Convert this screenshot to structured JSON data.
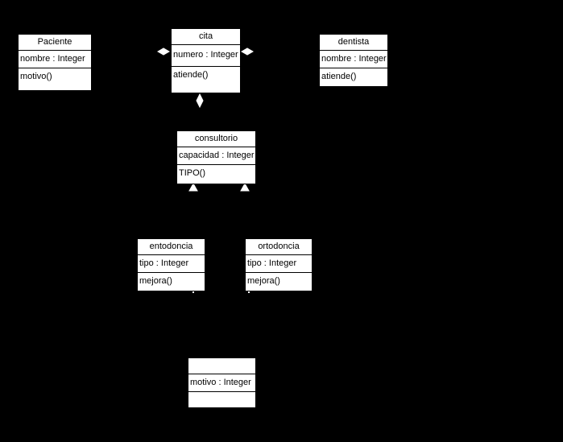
{
  "colors": {
    "background": "#000000",
    "box_fill": "#ffffff",
    "box_border": "#000000",
    "text": "#000000",
    "marker": "#ffffff"
  },
  "classes": {
    "paciente": {
      "name": "Paciente",
      "attribute": "nombre : Integer",
      "operation": "motivo()"
    },
    "cita": {
      "name": "cita",
      "attribute": "numero : Integer",
      "operation": "atiende()"
    },
    "dentista": {
      "name": "dentista",
      "attribute": "nombre : Integer",
      "operation": "atiende()"
    },
    "consultorio": {
      "name": "consultorio",
      "attribute": "capacidad : Integer",
      "operation": "TIPO()"
    },
    "entodoncia": {
      "name": "entodoncia",
      "attribute": "tipo : Integer",
      "operation": "mejora()"
    },
    "ortodoncia": {
      "name": "ortodoncia",
      "attribute": "tipo : Integer",
      "operation": "mejora()"
    },
    "unnamed": {
      "name": "",
      "attribute": "motivo : Integer",
      "operation": ""
    }
  },
  "relations": [
    {
      "type": "aggregation",
      "from": "cita",
      "to": "paciente",
      "marker": "diamond-left"
    },
    {
      "type": "aggregation",
      "from": "cita",
      "to": "dentista",
      "marker": "diamond-right"
    },
    {
      "type": "aggregation",
      "from": "cita",
      "to": "consultorio",
      "marker": "diamond-bottom"
    },
    {
      "type": "generalization",
      "from": "entodoncia",
      "to": "consultorio",
      "marker": "triangle"
    },
    {
      "type": "generalization",
      "from": "ortodoncia",
      "to": "consultorio",
      "marker": "triangle"
    }
  ]
}
